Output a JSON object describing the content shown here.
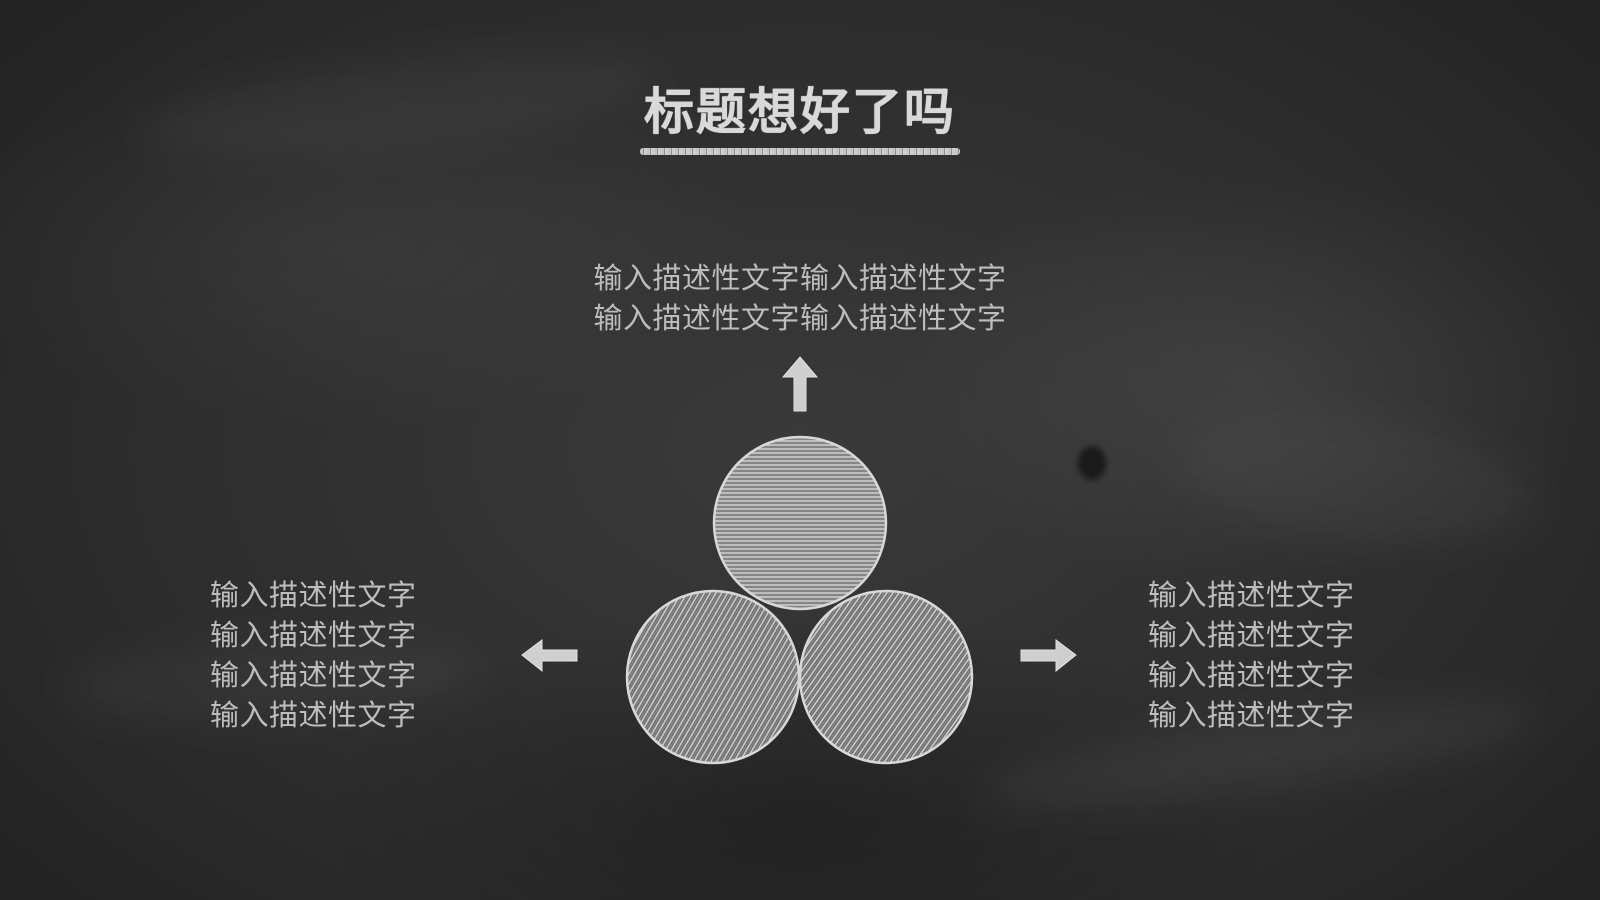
{
  "slide": {
    "title": "标题想好了吗",
    "top_text": {
      "lines": [
        "输入描述性文字输入描述性文字",
        "输入描述性文字输入描述性文字"
      ]
    },
    "left_text": {
      "lines": [
        "输入描述性文字",
        "输入描述性文字",
        "输入描述性文字",
        "输入描述性文字"
      ]
    },
    "right_text": {
      "lines": [
        "输入描述性文字",
        "输入描述性文字",
        "输入描述性文字",
        "输入描述性文字"
      ]
    }
  },
  "icons": {
    "top_arrow": "arrow-up-icon",
    "left_arrow": "arrow-left-icon",
    "right_arrow": "arrow-right-icon"
  },
  "colors": {
    "board": "#2d2d2d",
    "chalk": "#d9d9d9",
    "text": "#bdbdbd"
  }
}
